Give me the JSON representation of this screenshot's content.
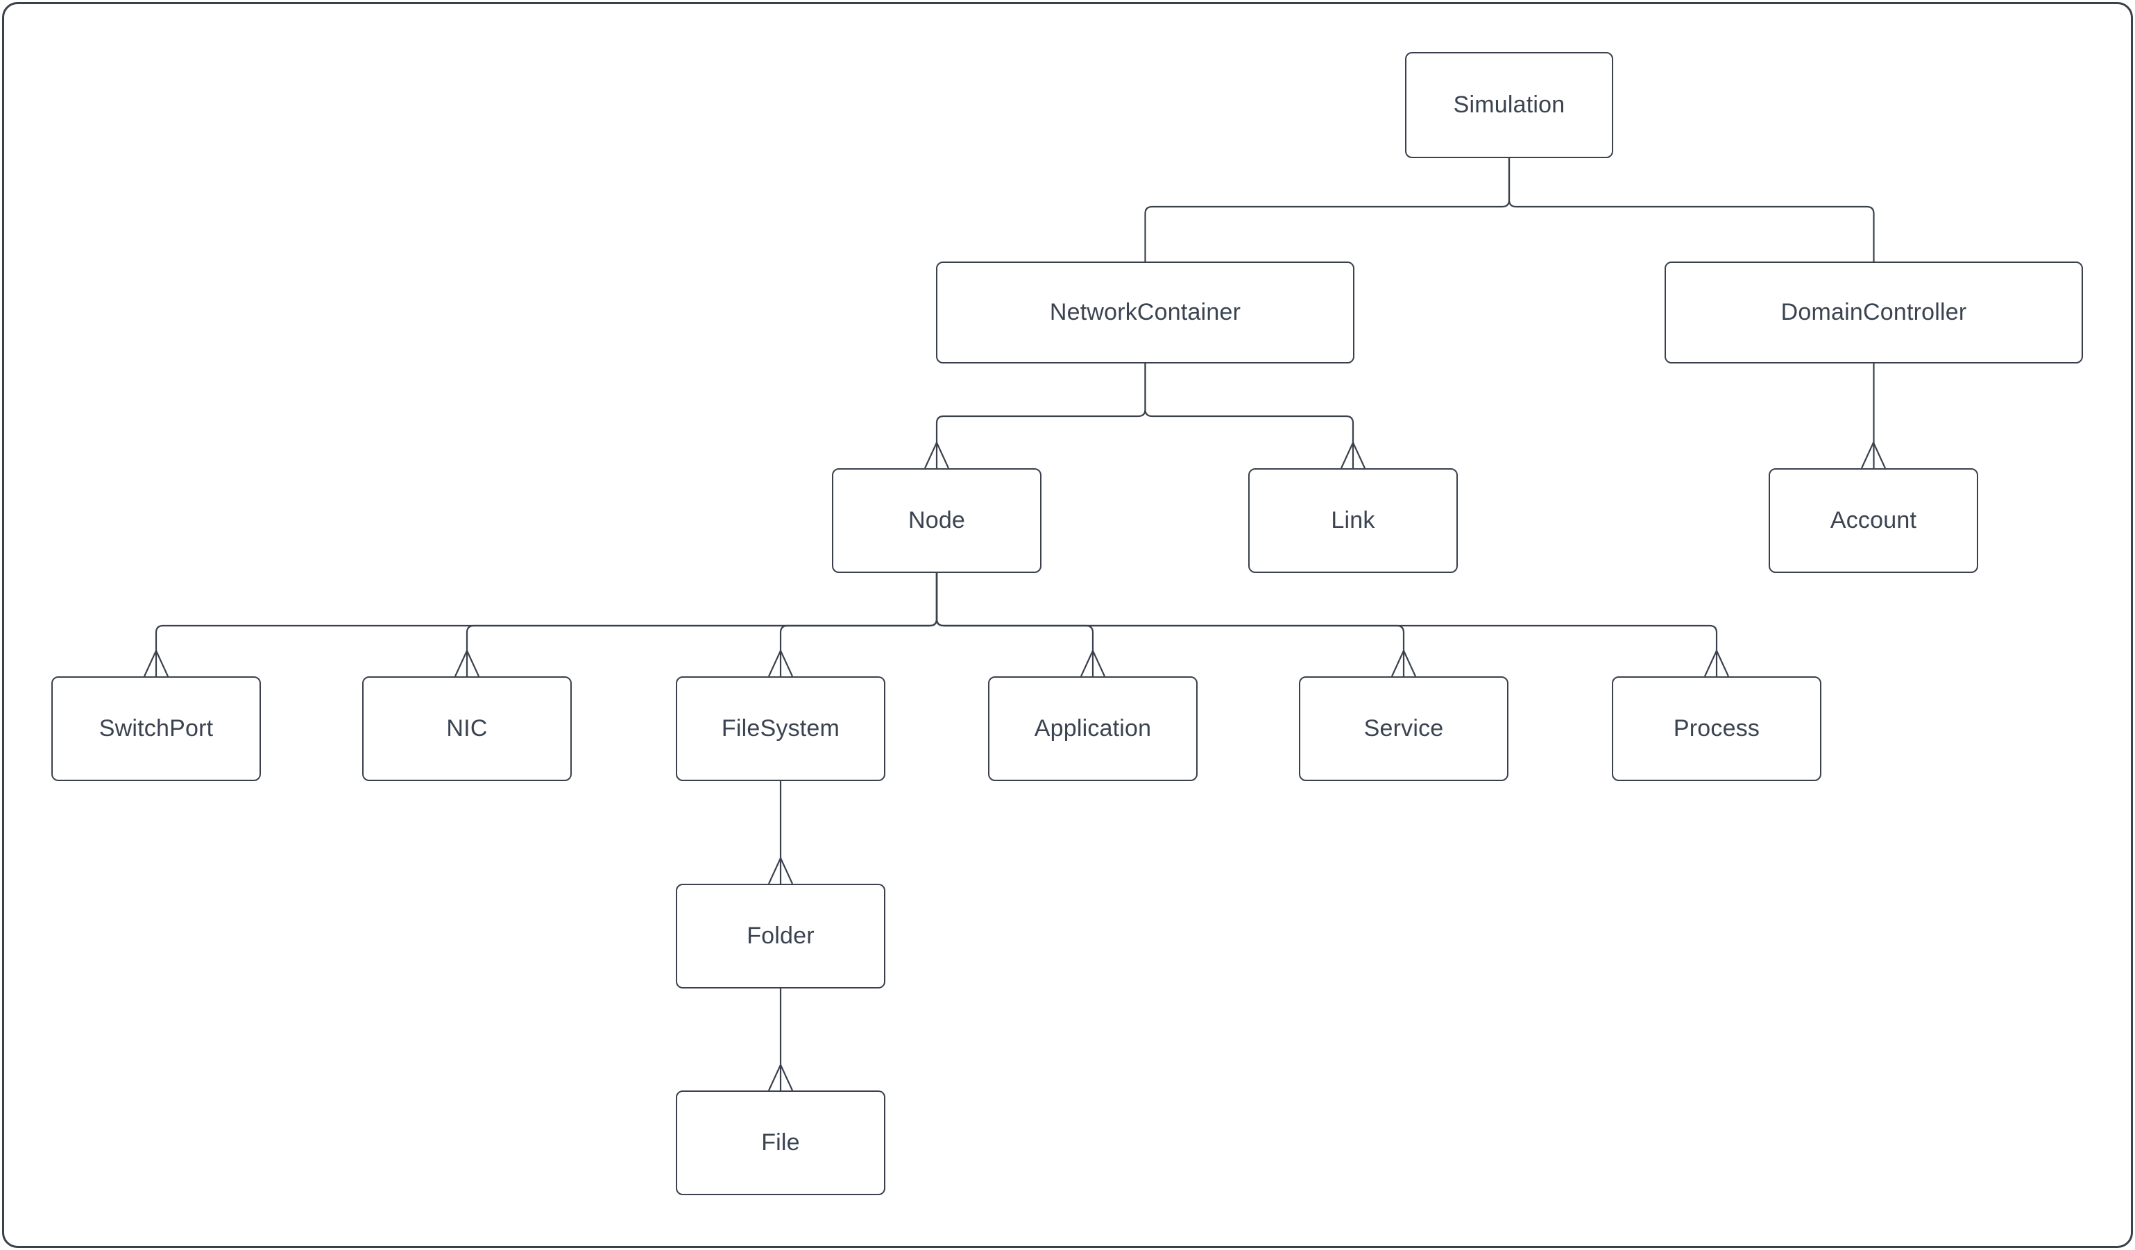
{
  "diagram": {
    "type": "class-hierarchy-tree",
    "background_color": "#ffffff",
    "frame_color": "#3a414d",
    "line_color": "#3a414d",
    "text_color": "#3a4350",
    "box_fill_color": "#ffffff",
    "arrowhead_style": "open-chevron-at-child-top"
  },
  "nodes": [
    {
      "id": "simulation",
      "label": "Simulation",
      "parent": null,
      "arrowhead": false
    },
    {
      "id": "network-container",
      "label": "NetworkContainer",
      "parent": "simulation",
      "arrowhead": false
    },
    {
      "id": "domain-controller",
      "label": "DomainController",
      "parent": "simulation",
      "arrowhead": false
    },
    {
      "id": "node",
      "label": "Node",
      "parent": "network-container",
      "arrowhead": true
    },
    {
      "id": "link",
      "label": "Link",
      "parent": "network-container",
      "arrowhead": true
    },
    {
      "id": "account",
      "label": "Account",
      "parent": "domain-controller",
      "arrowhead": true
    },
    {
      "id": "switch-port",
      "label": "SwitchPort",
      "parent": "node",
      "arrowhead": true
    },
    {
      "id": "nic",
      "label": "NIC",
      "parent": "node",
      "arrowhead": true
    },
    {
      "id": "file-system",
      "label": "FileSystem",
      "parent": "node",
      "arrowhead": true
    },
    {
      "id": "application",
      "label": "Application",
      "parent": "node",
      "arrowhead": true
    },
    {
      "id": "service",
      "label": "Service",
      "parent": "node",
      "arrowhead": true
    },
    {
      "id": "process",
      "label": "Process",
      "parent": "node",
      "arrowhead": true
    },
    {
      "id": "folder",
      "label": "Folder",
      "parent": "file-system",
      "arrowhead": true
    },
    {
      "id": "file",
      "label": "File",
      "parent": "folder",
      "arrowhead": true
    }
  ]
}
